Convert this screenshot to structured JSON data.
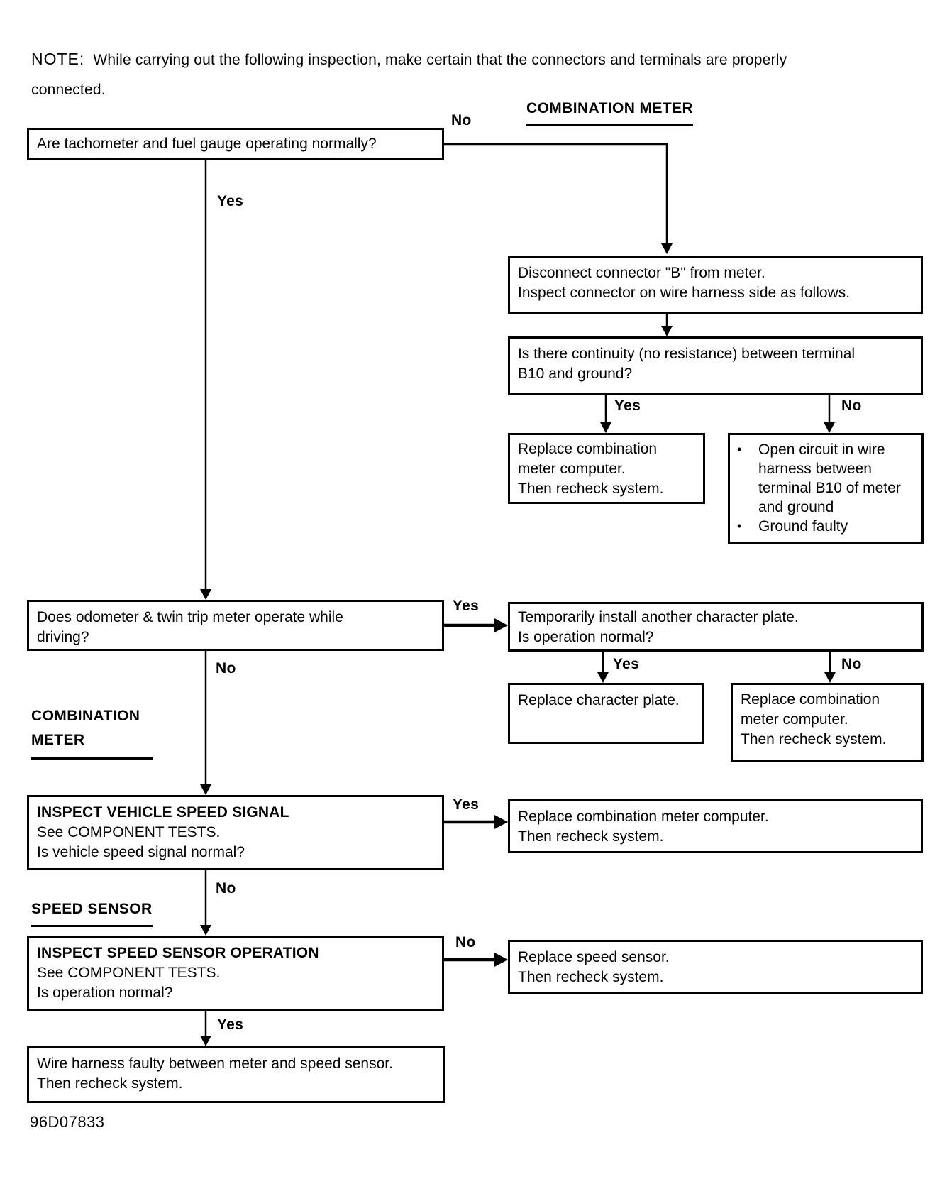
{
  "note": {
    "label": "NOTE:",
    "line1": "While carrying out the following inspection, make certain that the connectors and terminals are properly",
    "line2": "connected."
  },
  "section_headers": {
    "combination_meter_top": "COMBINATION METER",
    "combination_meter_left_line1": "COMBINATION",
    "combination_meter_left_line2": "METER",
    "speed_sensor": "SPEED SENSOR"
  },
  "boxes": {
    "q_tach": {
      "line1": "Are tachometer and fuel gauge operating normally?"
    },
    "disconnect": {
      "line1": "Disconnect connector \"B\" from meter.",
      "line2": "Inspect connector on wire harness side as follows."
    },
    "continuity": {
      "line1": "Is there continuity (no resistance) between terminal",
      "line2": "B10 and ground?"
    },
    "replace_meter_1": {
      "line1": "Replace combination",
      "line2": "meter computer.",
      "line3": "Then recheck system."
    },
    "open_circuit": {
      "items": [
        "Open circuit in wire harness between terminal B10 of meter and ground",
        "Ground faulty"
      ]
    },
    "q_odometer": {
      "line1": "Does odometer & twin trip meter operate while",
      "line2": "driving?"
    },
    "char_plate_test": {
      "line1": "Temporarily install another character plate.",
      "line2": "Is operation normal?"
    },
    "replace_char_plate": {
      "line1": "Replace character plate."
    },
    "replace_meter_2": {
      "line1": "Replace combination",
      "line2": "meter computer.",
      "line3": "Then recheck system."
    },
    "inspect_vss": {
      "line1": "INSPECT VEHICLE SPEED SIGNAL",
      "line2": "See COMPONENT TESTS.",
      "line3": "Is vehicle speed signal normal?"
    },
    "replace_meter_3": {
      "line1": "Replace combination meter computer.",
      "line2": "Then recheck system."
    },
    "inspect_sso": {
      "line1": "INSPECT SPEED SENSOR OPERATION",
      "line2": "See COMPONENT TESTS.",
      "line3": "Is operation normal?"
    },
    "replace_speed_sensor": {
      "line1": "Replace speed sensor.",
      "line2": "Then recheck system."
    },
    "wire_harness": {
      "line1": "Wire harness faulty between meter and speed sensor.",
      "line2": "Then recheck system."
    }
  },
  "branch_labels": {
    "q_tach_no": "No",
    "q_tach_yes": "Yes",
    "continuity_yes": "Yes",
    "continuity_no": "No",
    "q_odometer_yes": "Yes",
    "q_odometer_no": "No",
    "char_plate_yes": "Yes",
    "char_plate_no": "No",
    "inspect_vss_yes": "Yes",
    "inspect_vss_no": "No",
    "inspect_sso_no": "No",
    "inspect_sso_yes": "Yes"
  },
  "bullet_char": "•",
  "footer_code": "96D07833",
  "colors": {
    "ink": "#000000",
    "background": "#ffffff"
  }
}
